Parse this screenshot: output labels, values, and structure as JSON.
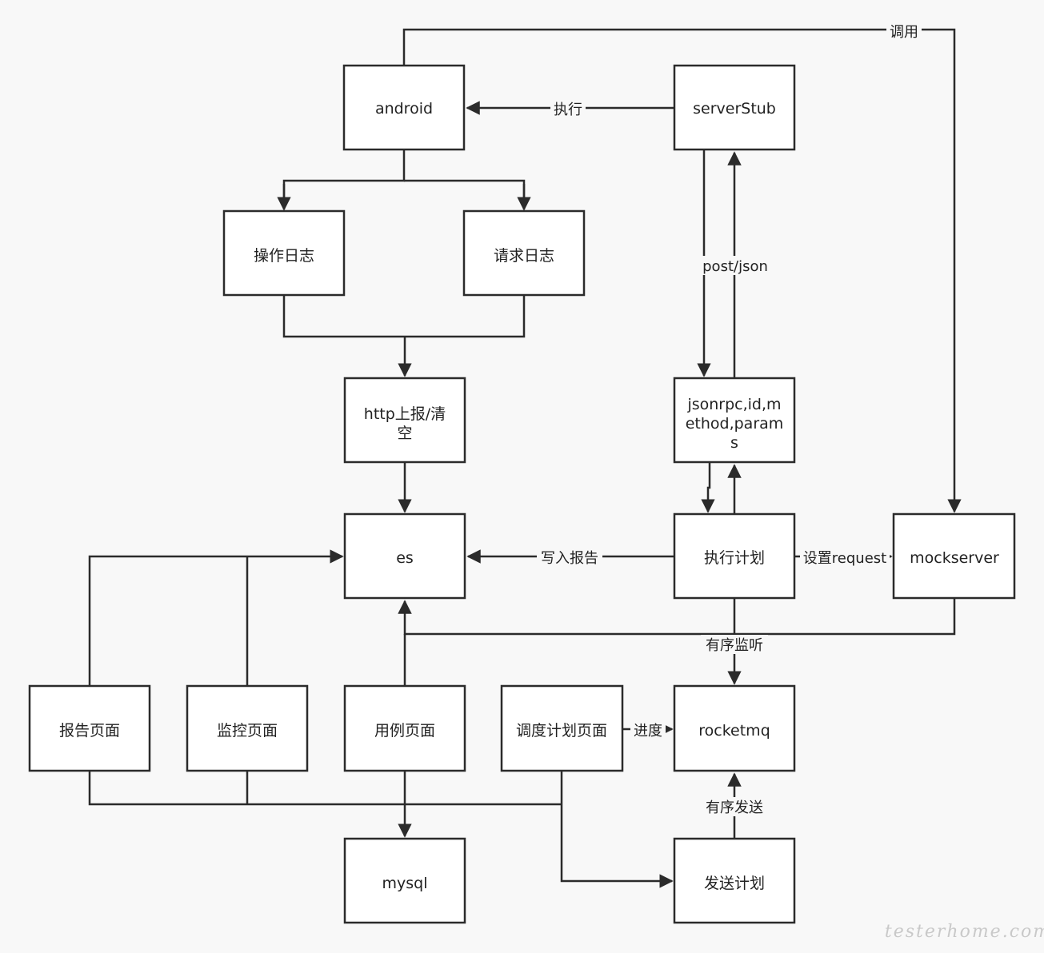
{
  "nodes": {
    "android": "android",
    "serverStub": "serverStub",
    "op_log": "操作日志",
    "req_log": "请求日志",
    "http_l1": "http上报/清",
    "http_l2": "空",
    "jsonrpc_l1": "jsonrpc,id,m",
    "jsonrpc_l2": "ethod,param",
    "jsonrpc_l3": "s",
    "es": "es",
    "exec_plan": "执行计划",
    "mockserver": "mockserver",
    "report_page": "报告页面",
    "monitor_page": "监控页面",
    "case_page": "用例页面",
    "schedule_page": "调度计划页面",
    "rocketmq": "rocketmq",
    "mysql": "mysql",
    "send_plan": "发送计划"
  },
  "edges": {
    "invoke": "调用",
    "execute": "执行",
    "post_json": "post/json",
    "write_report": "写入报告",
    "set_request": "设置request",
    "ordered_listen": "有序监听",
    "progress": "进度",
    "ordered_send": "有序发送"
  },
  "watermark": "testerhome.com"
}
